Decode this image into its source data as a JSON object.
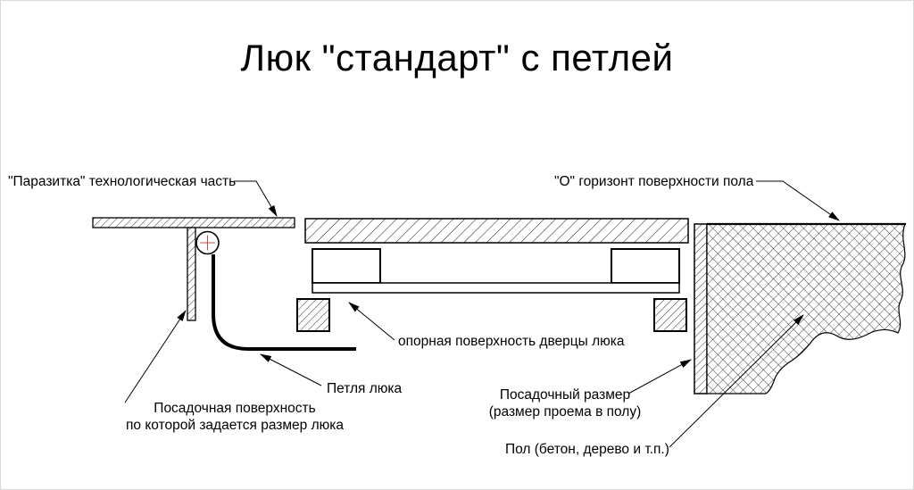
{
  "title": "Люк \"стандарт\" с петлей",
  "labels": {
    "parasitka": "\"Паразитка\" технологическая часть",
    "horizon": "\"О\" горизонт поверхности пола",
    "support_surface": "опорная поверхность дверцы люка",
    "hinge": "Петля люка",
    "seating_surface_line1": "Посадочная поверхность",
    "seating_surface_line2": "по которой задается размер люка",
    "seating_size_line1": "Посадочный размер",
    "seating_size_line2": "(размер проема в полу)",
    "floor": "Пол (бетон, дерево и т.п.)"
  },
  "colors": {
    "line": "#000000",
    "background": "#ffffff",
    "hinge_center_mark": "#c0504d"
  }
}
